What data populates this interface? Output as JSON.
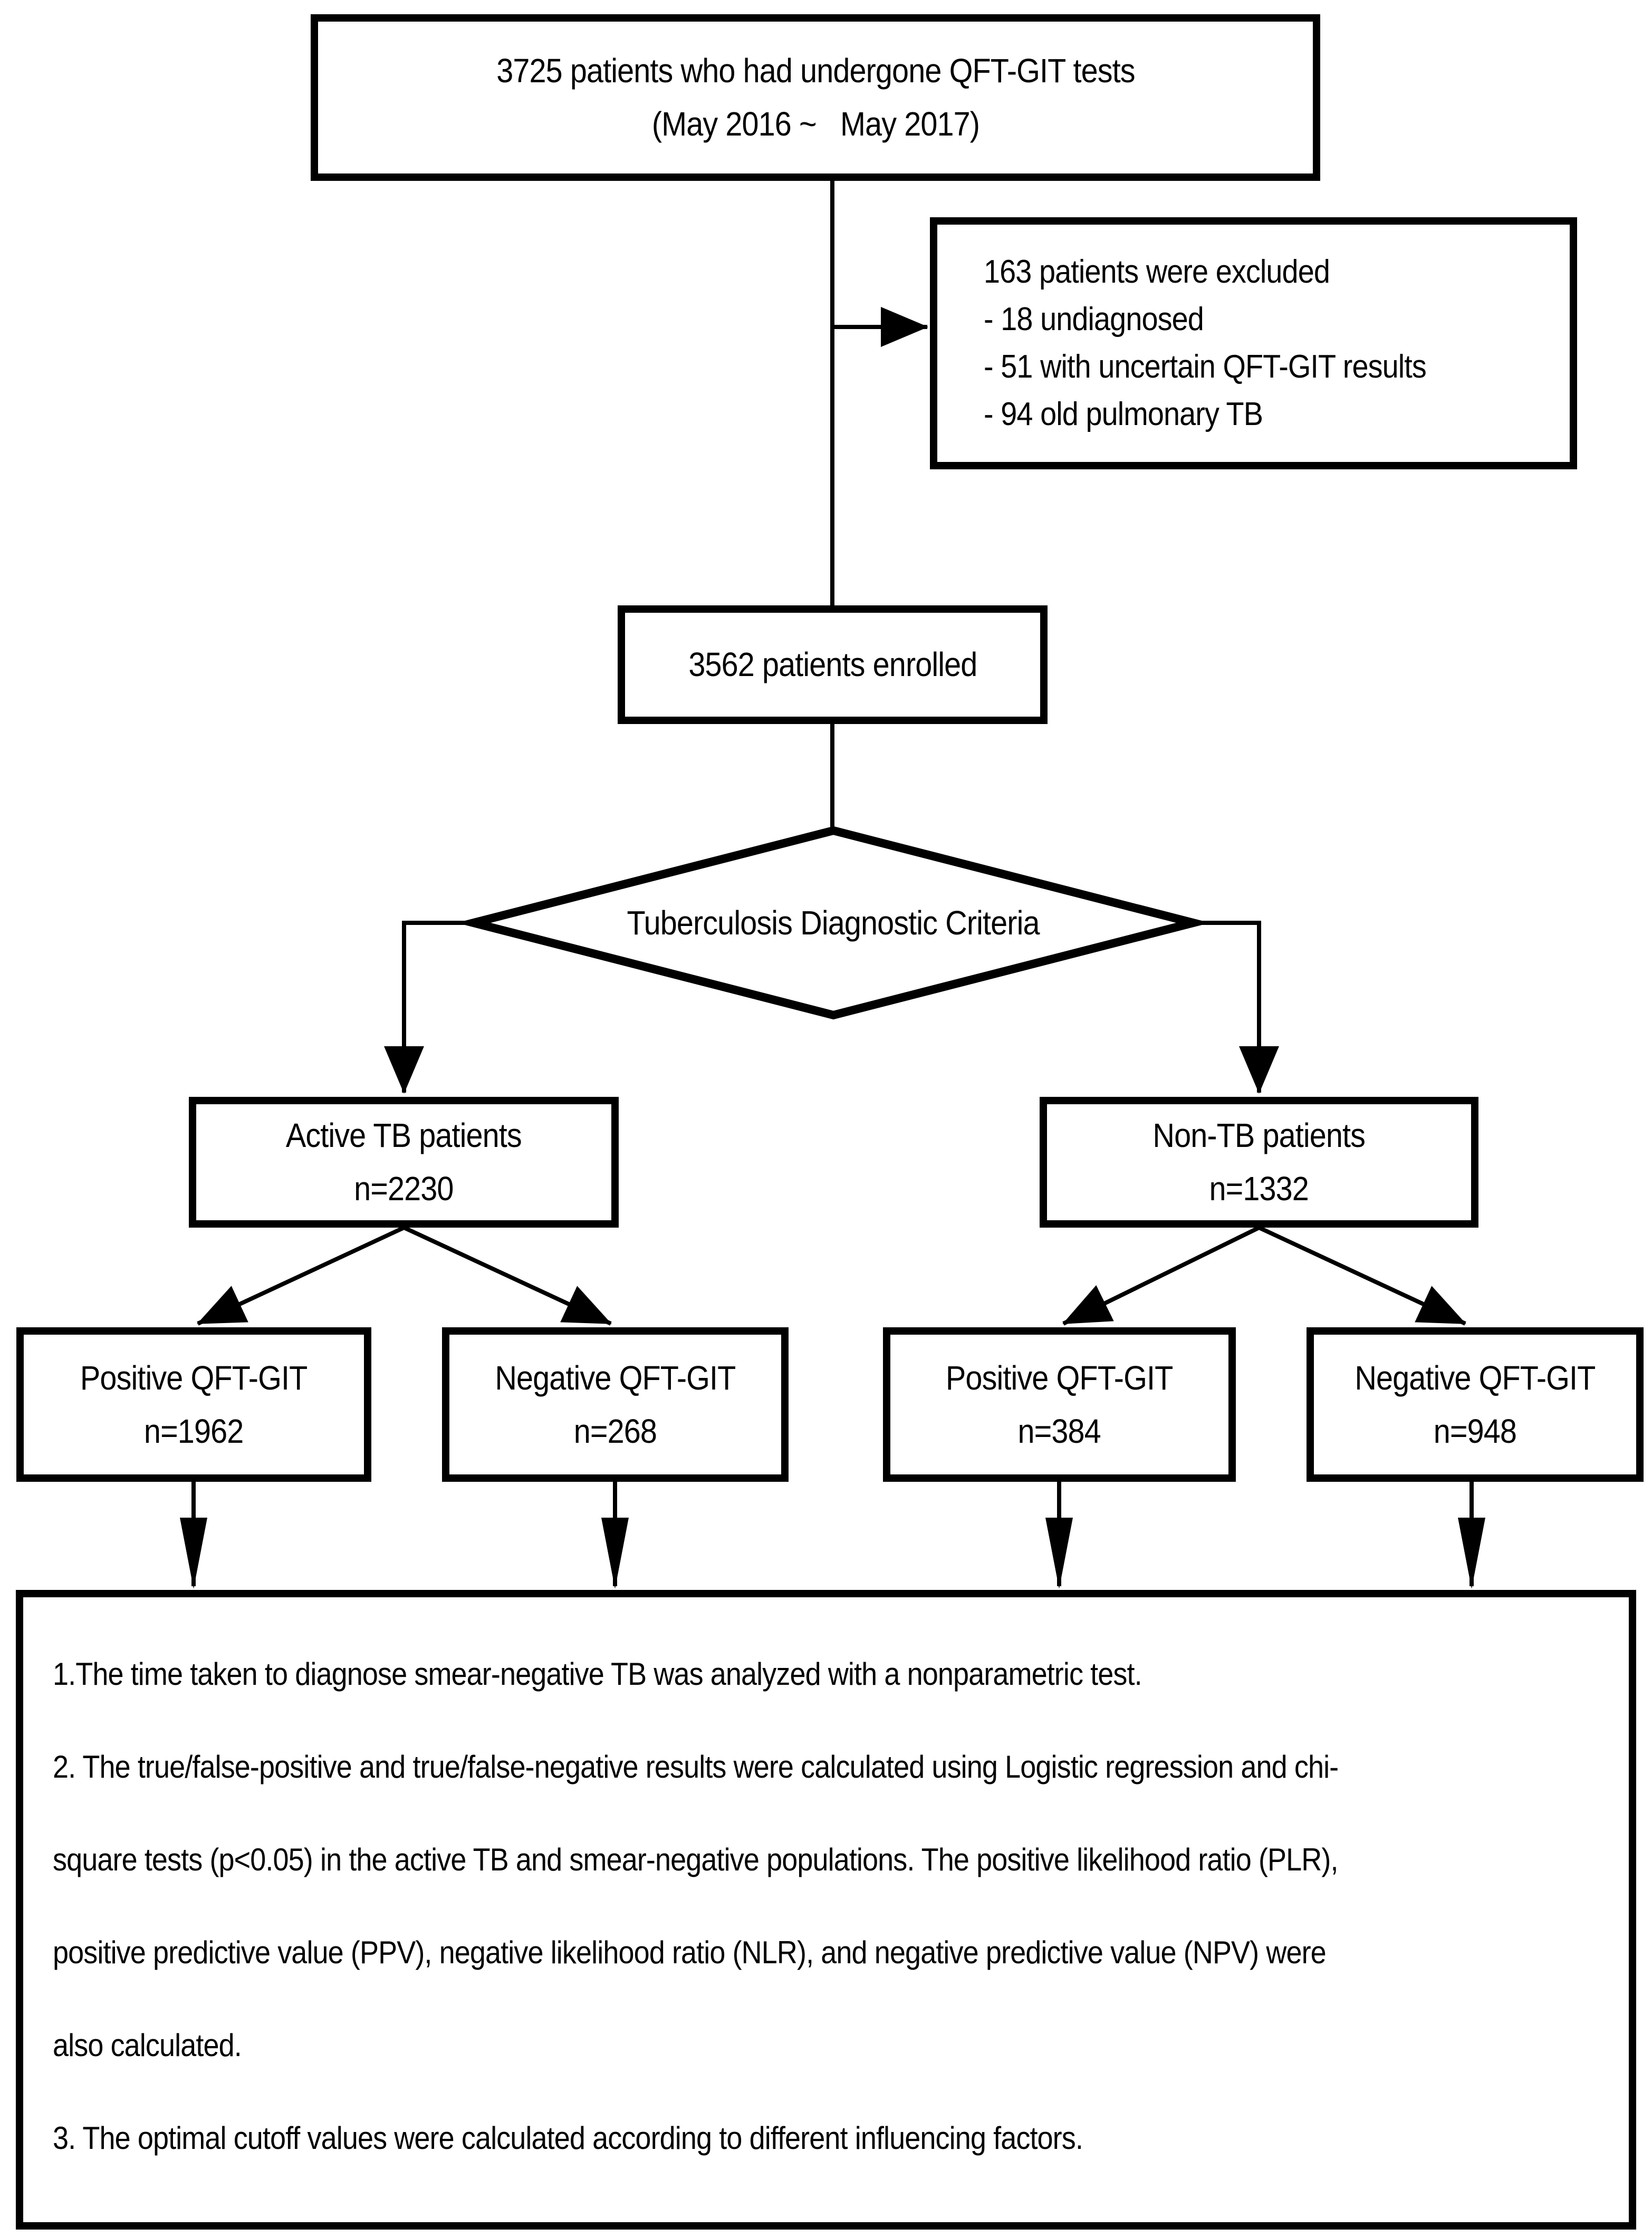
{
  "colors": {
    "ink": "#000000",
    "paper": "#ffffff"
  },
  "top_box": {
    "line1": "3725 patients who had undergone QFT-GIT tests",
    "line2": "(May 2016 ~   May 2017)"
  },
  "exclusion_box": {
    "title": "163 patients were excluded",
    "items": [
      "- 18 undiagnosed",
      "- 51 with uncertain QFT-GIT results",
      "- 94 old pulmonary TB"
    ]
  },
  "enrolled_box": {
    "label": "3562 patients enrolled"
  },
  "decision_diamond": {
    "label": "Tuberculosis Diagnostic Criteria"
  },
  "active_tb_box": {
    "line1": "Active TB patients",
    "line2": "n=2230"
  },
  "non_tb_box": {
    "line1": "Non-TB patients",
    "line2": "n=1332"
  },
  "qft_boxes": [
    {
      "line1": "Positive QFT-GIT",
      "line2": "n=1962"
    },
    {
      "line1": "Negative QFT-GIT",
      "line2": "n=268"
    },
    {
      "line1": "Positive QFT-GIT",
      "line2": "n=384"
    },
    {
      "line1": "Negative QFT-GIT",
      "line2": "n=948"
    }
  ],
  "notes_box": {
    "lines": [
      "1.The time taken to diagnose smear-negative TB was analyzed with a nonparametric test.",
      "2. The true/false-positive and true/false-negative results were calculated using Logistic regression and chi-",
      "square tests (p<0.05) in the active TB and smear-negative populations. The positive likelihood ratio (PLR),",
      "positive predictive value (PPV), negative likelihood ratio (NLR), and negative predictive value (NPV) were",
      "also calculated.",
      "3. The optimal cutoff values were calculated according to different influencing factors."
    ]
  }
}
